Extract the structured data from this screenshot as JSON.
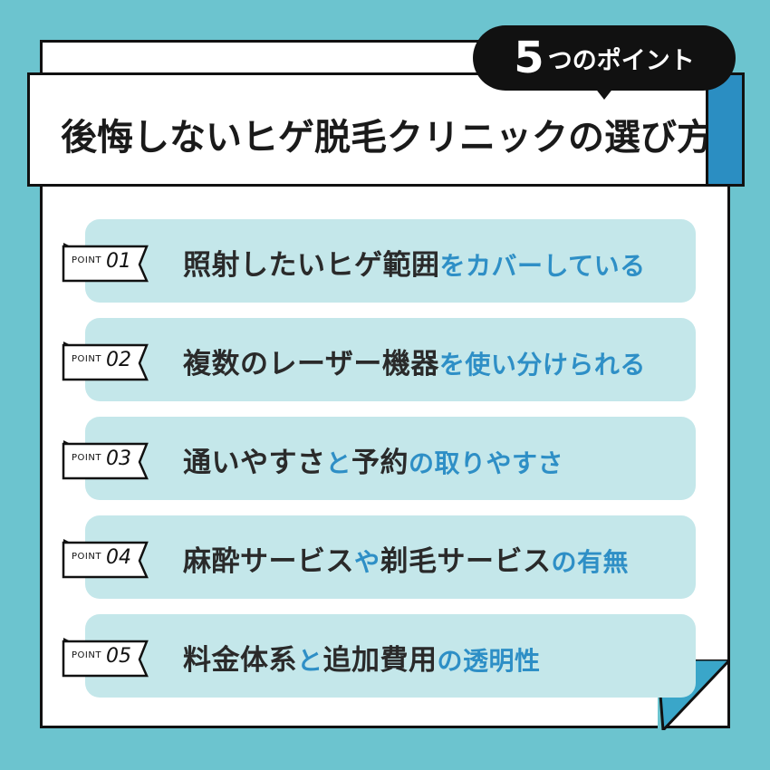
{
  "badge": {
    "number": "5",
    "text": "つのポイント"
  },
  "title": "後悔しないヒゲ脱毛クリニックの選び方",
  "tag_label": "POINT",
  "points": [
    {
      "num": "01",
      "main": "照射したいヒゲ範囲",
      "sub": "をカバーしている"
    },
    {
      "num": "02",
      "main": "複数のレーザー機器",
      "sub": "を使い分けられる"
    },
    {
      "num": "03",
      "parts": [
        "通いやすさ",
        "と",
        "予約",
        "の取りやすさ"
      ]
    },
    {
      "num": "04",
      "parts": [
        "麻酔サービス",
        "や",
        "剃毛サービス",
        "の有無"
      ]
    },
    {
      "num": "05",
      "parts": [
        "料金体系",
        "と",
        "追加費用",
        "の透明性"
      ]
    }
  ],
  "colors": {
    "background": "#6cc4cf",
    "accent": "#2b8ec2",
    "card": "#c4e7ea",
    "highlight": "#2e8fc6"
  }
}
